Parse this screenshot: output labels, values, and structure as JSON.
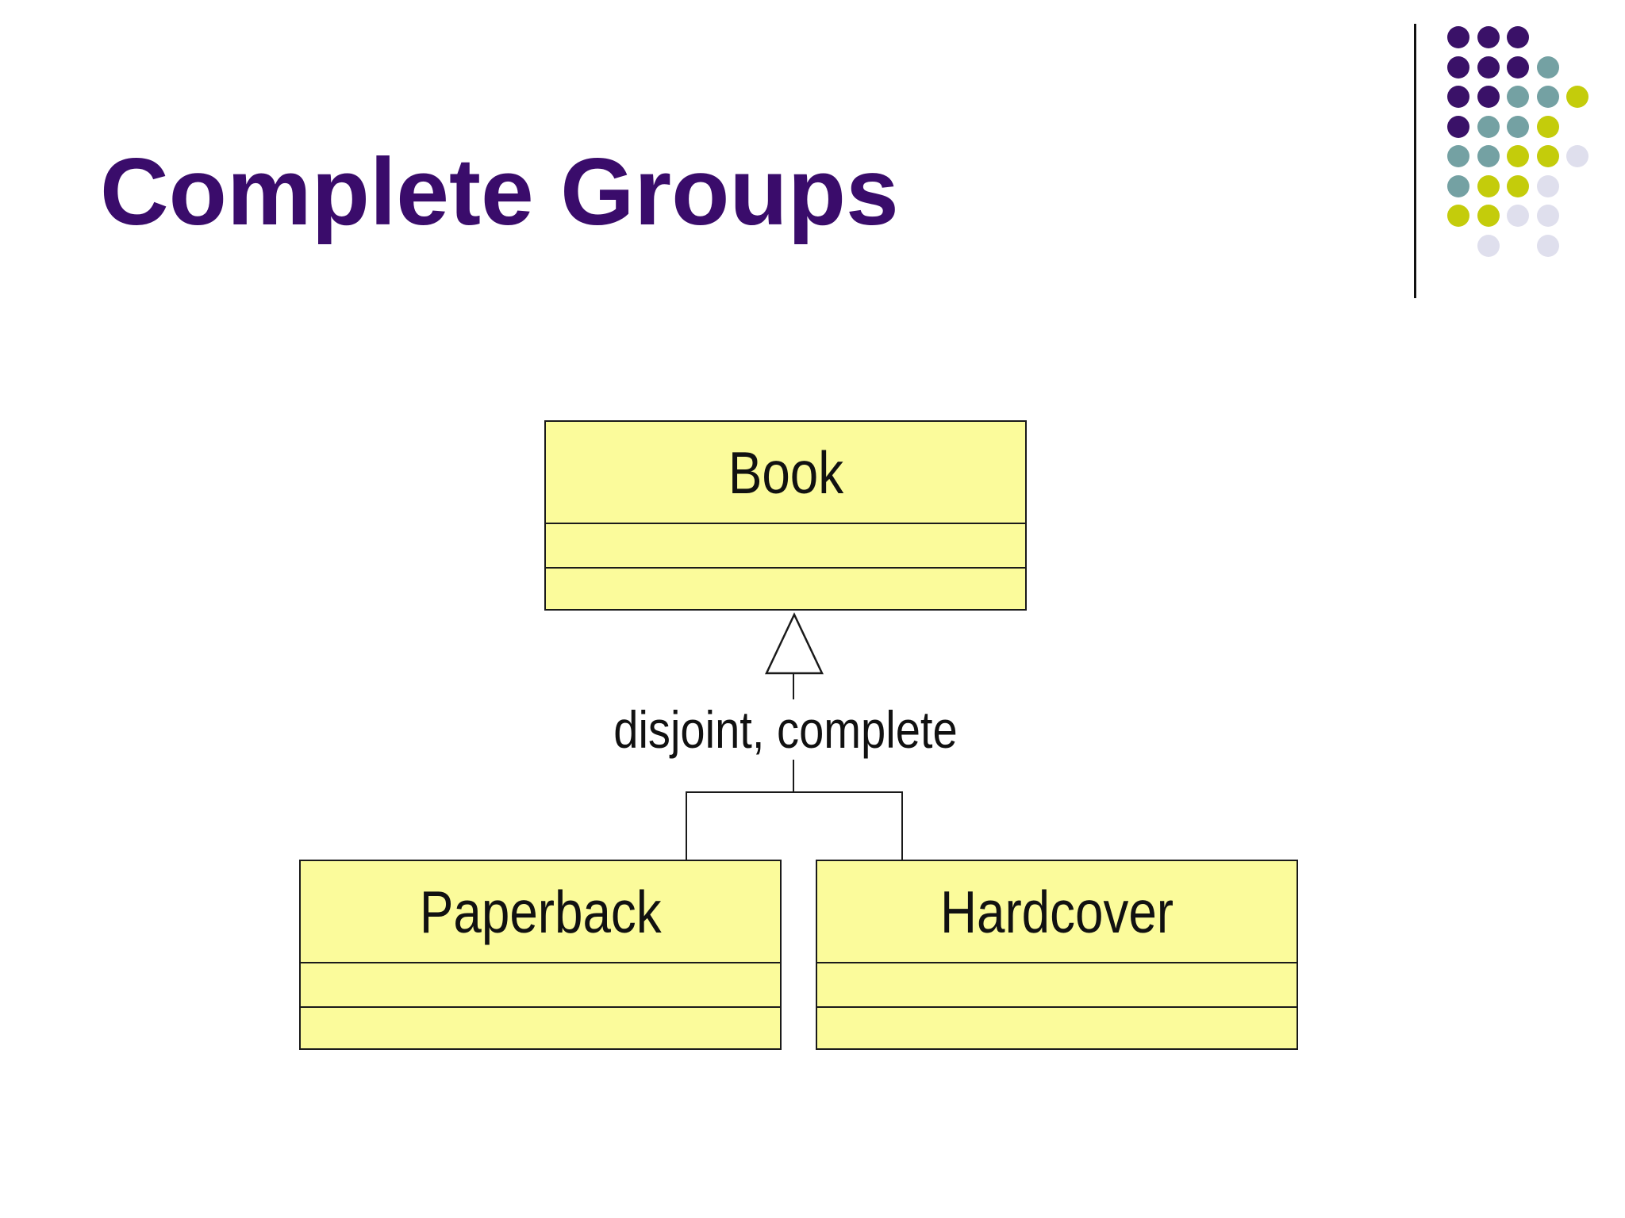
{
  "slide": {
    "title": "Complete Groups"
  },
  "diagram": {
    "superclass": {
      "name": "Book"
    },
    "generalization_label": "disjoint, complete",
    "subclasses": [
      {
        "name": "Paperback"
      },
      {
        "name": "Hardcover"
      }
    ]
  },
  "colors": {
    "title_text": "#3A0C6B",
    "class_box_fill": "#FBFB9B",
    "class_box_border": "#1A1A1A",
    "connector_line": "#1A1A1A",
    "dot_purple": "#3A1168",
    "dot_teal": "#74A1A3",
    "dot_yellow": "#C4CC0B",
    "dot_lavender": "#DFDFED",
    "background": "#FFFFFF"
  },
  "decoration": {
    "dot_grid_rows": [
      [
        "purple",
        "purple",
        "purple",
        null,
        null
      ],
      [
        "purple",
        "purple",
        "purple",
        "teal",
        null
      ],
      [
        "purple",
        "purple",
        "teal",
        "teal",
        "yellow"
      ],
      [
        "purple",
        "teal",
        "teal",
        "yellow",
        null
      ],
      [
        "teal",
        "teal",
        "yellow",
        "yellow",
        "lavender"
      ],
      [
        "teal",
        "yellow",
        "yellow",
        "lavender",
        null
      ],
      [
        "yellow",
        "yellow",
        "lavender",
        "lavender",
        null
      ],
      [
        null,
        "lavender",
        null,
        "lavender",
        null
      ]
    ]
  }
}
